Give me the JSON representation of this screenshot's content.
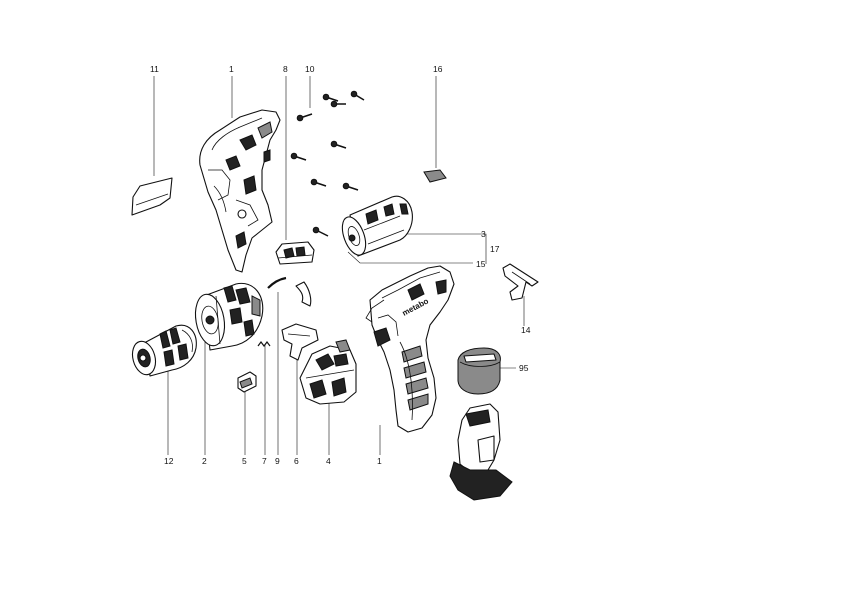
{
  "diagram": {
    "brand_text": "metabo",
    "part_labels": {
      "p11": "11",
      "p1_top": "1",
      "p8": "8",
      "p10": "10",
      "p16": "16",
      "p3": "3",
      "p17": "17",
      "p15": "15",
      "p14": "14",
      "p95": "95",
      "p12": "12",
      "p2": "2",
      "p5": "5",
      "p7": "7",
      "p9": "9",
      "p6": "6",
      "p4": "4",
      "p1_bottom": "1"
    }
  }
}
